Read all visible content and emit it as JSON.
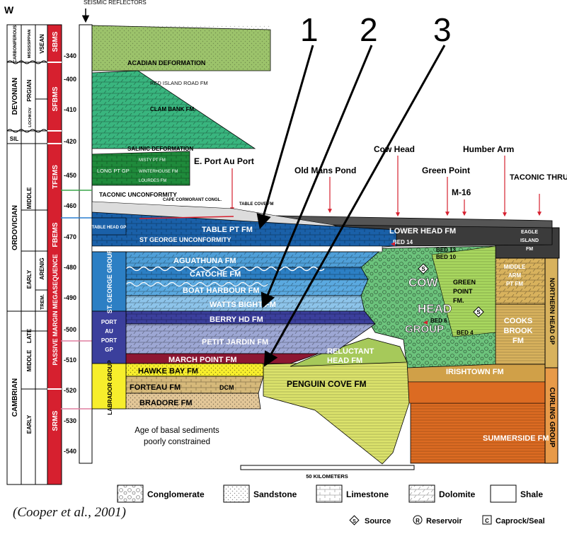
{
  "header": {
    "west": "W",
    "seismic_reflectors": "SEISMIC REFLECTORS"
  },
  "callouts": [
    "1",
    "2",
    "3"
  ],
  "periods": [
    "CARBONIFEROUS",
    "DEVONIAN",
    "SIL",
    "ORDOVICIAN",
    "CAMBRIAN"
  ],
  "epochs": [
    "MISSISSIPPIAN",
    "PRGIAN",
    "LOCHKOV",
    "MIDDLE",
    "EARLY",
    "LATE",
    "MIDDLE",
    "EARLY"
  ],
  "ages": [
    "VSEAN",
    "ARENIG",
    "TREM."
  ],
  "megasequence": "PASSIVE MARGIN MEGASEQUENCE",
  "sequences": [
    "SBMS",
    "SFBMS",
    "TFEMS",
    "FBEMS",
    "SRMS"
  ],
  "ticks": [
    "-340",
    "-400",
    "-410",
    "-420",
    "-450",
    "-460",
    "-470",
    "-480",
    "-490",
    "-500",
    "-510",
    "-520",
    "-530",
    "-540"
  ],
  "events": [
    "ACADIAN DEFORMATION",
    "SALINIC DEFORMATION",
    "TACONIC UNCONFORMITY",
    "ST GEORGE UNCONFORMITY"
  ],
  "devonian_units": [
    "RED ISLAND ROAD FM",
    "CLAM BANK FM."
  ],
  "silurian_units": [
    "LONG PT GP",
    "MISTY PT FM",
    "WINTERHOUSE FM",
    "LOURDES FM"
  ],
  "locations": {
    "port_au_port": "E. Port Au Port",
    "old_mans_pond": "Old Mans Pond",
    "cow_head": "Cow Head",
    "humber_arm": "Humber Arm",
    "green_point": "Green Point",
    "m16": "M-16",
    "taconic": "TACONIC THRUSTING"
  },
  "notes": {
    "cape_cormorant": "CAPE CORMORANT CONGL.",
    "table_cove": "TABLE COVE FM"
  },
  "platform": [
    "TABLE PT FM",
    "AGUATHUNA FM",
    "CATOCHE FM",
    "BOAT HARBOUR FM",
    "WATTS BIGHT FM",
    "BERRY HD FM",
    "PETIT JARDIN FM",
    "MARCH POINT FM",
    "HAWKE BAY FM",
    "FORTEAU FM",
    "DCM",
    "BRADORE FM"
  ],
  "groups": {
    "table": "TABLE HEAD GP",
    "st_george": "ST. GEORGE GROUP",
    "port_au_port": [
      "PORT",
      "AU",
      "PORT",
      "GP"
    ],
    "labrador": "LABRADOR GROUP"
  },
  "slope": {
    "reluctant": [
      "RELUCTANT",
      "HEAD FM"
    ],
    "penguin": "PENGUIN COVE FM",
    "basal": [
      "Age of basal sediments",
      "poorly constrained"
    ]
  },
  "cowhead": {
    "cow": "COW",
    "head": "HEAD",
    "group": "GROUP",
    "green_point": [
      "GREEN",
      "POINT",
      "FM."
    ],
    "beds": [
      "BED 14",
      "BED 13",
      "BED 10",
      "BED 6",
      "BED 4"
    ]
  },
  "basin": {
    "lower_head": "LOWER HEAD FM",
    "eagle_island": [
      "EAGLE",
      "ISLAND",
      "FM"
    ],
    "middle_arm": [
      "MIDDLE",
      "ARM",
      "PT FM"
    ],
    "cooks_brook": [
      "COOKS",
      "BROOK",
      "FM"
    ],
    "northern_head": "NORTHERN HEAD GP",
    "irishtown": "IRISHTOWN FM",
    "summerside": "SUMMERSIDE FM",
    "curling": "CURLING GROUP"
  },
  "scale": "50 KILOMETERS",
  "legend": [
    "Conglomerate",
    "Sandstone",
    "Limestone",
    "Dolomite",
    "Shale"
  ],
  "symbols": [
    {
      "glyph": "S",
      "label": "Source"
    },
    {
      "glyph": "R",
      "label": "Reservoir"
    },
    {
      "glyph": "C",
      "label": "Caprock/Seal"
    }
  ],
  "citation": "(Cooper et al., 2001)",
  "colors": {
    "carboniferous": "#9cc36b",
    "devonian": "#39b57e",
    "silurian": "#1f8a3b",
    "table_pt": "#1a60a8",
    "aguathuna": "#4f9fd8",
    "catoche": "#2c7fc4",
    "boat_harbour": "#5aa9e0",
    "watts_bight": "#8dc4ea",
    "berry_hd": "#3b3f9c",
    "petit_jardin": "#9da7d4",
    "march_point": "#8d1732",
    "hawke_bay": "#f7ee2c",
    "forteau": "#d6b97a",
    "bradore": "#e3c798",
    "cow_head": "#6cc37c",
    "green_point": "#a9d85f",
    "penguin": "#dce36c",
    "reluctant": "#a6c95a",
    "cooks_brook": "#d8b25d",
    "irishtown": "#d0a048",
    "summerside": "#dc6b22",
    "curling": "#e89a48",
    "lower_head": "#3b3b3b",
    "sequence_red": "#d6202f"
  }
}
